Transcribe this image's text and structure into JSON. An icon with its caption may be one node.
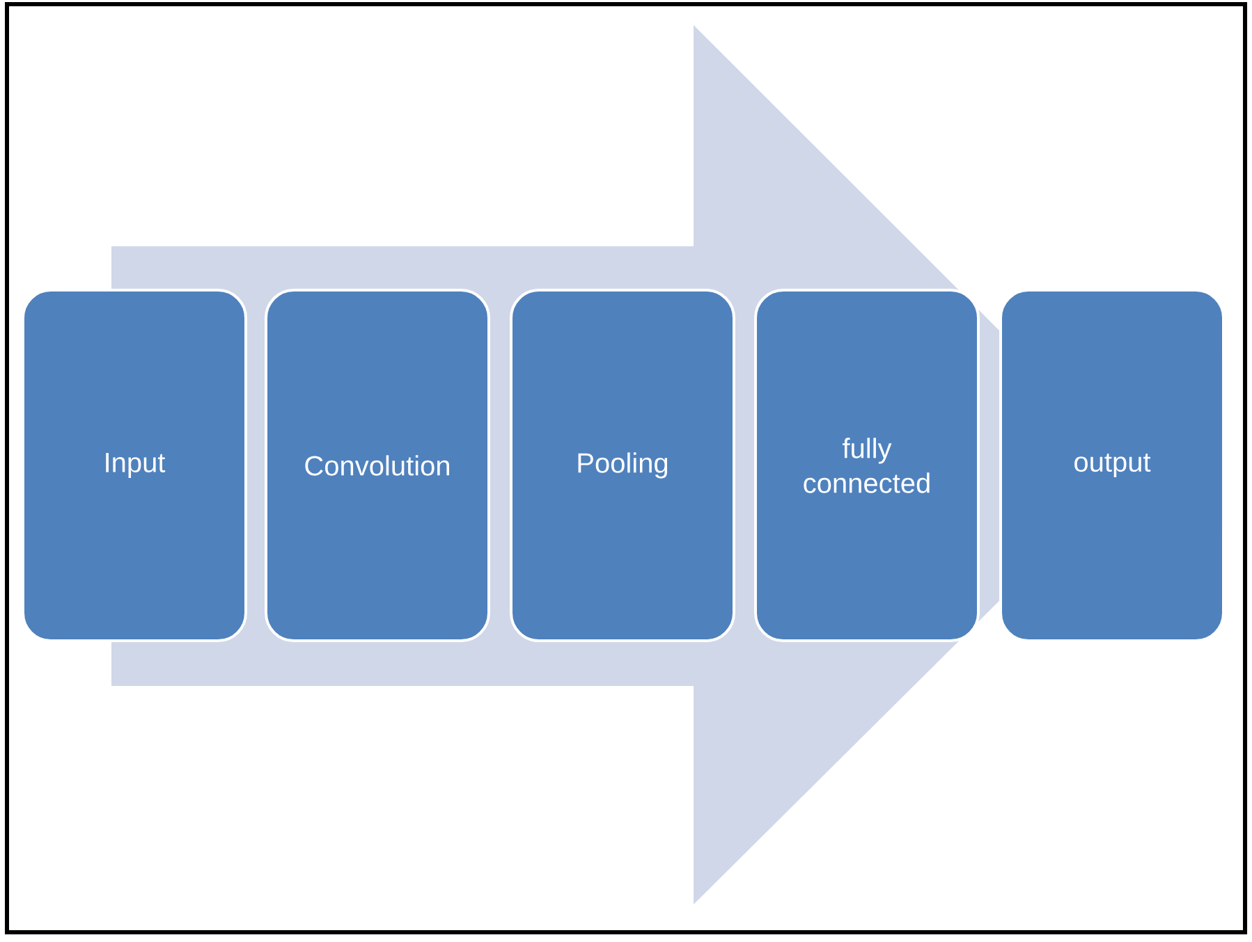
{
  "diagram": {
    "nodes": [
      {
        "text": [
          "Input"
        ]
      },
      {
        "text": [
          "Convolution"
        ]
      },
      {
        "text": [
          "Pooling"
        ]
      },
      {
        "text": [
          "fully connected"
        ]
      },
      {
        "text": [
          "output"
        ]
      }
    ],
    "edges": [
      {
        "from": 0,
        "to": 4,
        "arrow": "to"
      }
    ]
  }
}
